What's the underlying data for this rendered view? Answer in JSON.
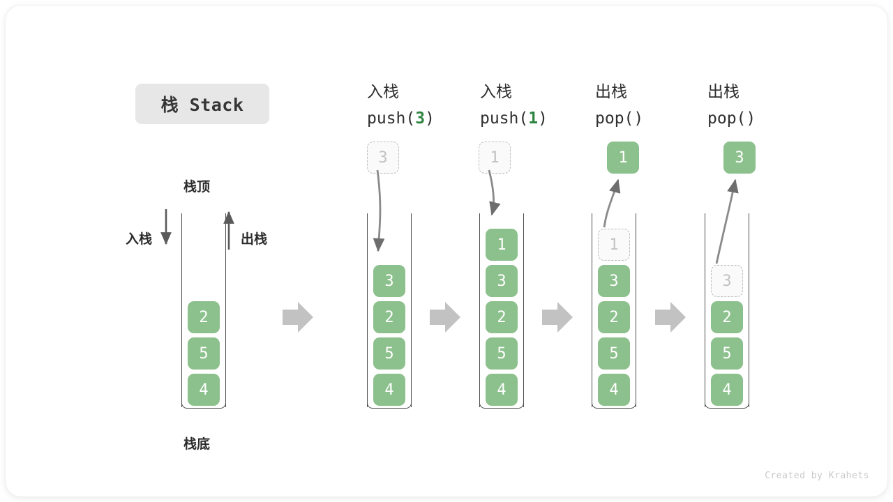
{
  "title": {
    "badge": "栈 Stack"
  },
  "credit": "Created by Krahets",
  "colors": {
    "cell_fill": "#8cc08c",
    "ghost_border": "#bdbdbd",
    "accent_number": "#2e8540",
    "badge_bg": "#e7e7e7",
    "arrow_gray": "#c2c2c2",
    "stroke": "#4d4d4d"
  },
  "first_stack": {
    "top_label": "栈顶",
    "bottom_label": "栈底",
    "push_label": "入栈",
    "pop_label": "出栈",
    "cells": [
      "2",
      "5",
      "4"
    ]
  },
  "steps": [
    {
      "head_cn": "入栈",
      "op_prefix": "push(",
      "op_value": "3",
      "op_suffix": ")",
      "float_cell": {
        "value": "3",
        "ghost": true
      },
      "arrow": "down",
      "cells": [
        "3",
        "2",
        "5",
        "4"
      ],
      "ghost_index": -1
    },
    {
      "head_cn": "入栈",
      "op_prefix": "push(",
      "op_value": "1",
      "op_suffix": ")",
      "float_cell": {
        "value": "1",
        "ghost": true
      },
      "arrow": "down",
      "cells": [
        "1",
        "3",
        "2",
        "5",
        "4"
      ],
      "ghost_index": -1
    },
    {
      "head_cn": "出栈",
      "op_prefix": "pop(",
      "op_value": "",
      "op_suffix": ")",
      "float_cell": {
        "value": "1",
        "ghost": false
      },
      "arrow": "up",
      "cells": [
        "1",
        "3",
        "2",
        "5",
        "4"
      ],
      "ghost_index": 0
    },
    {
      "head_cn": "出栈",
      "op_prefix": "pop(",
      "op_value": "",
      "op_suffix": ")",
      "float_cell": {
        "value": "3",
        "ghost": false
      },
      "arrow": "up",
      "cells": [
        "3",
        "2",
        "5",
        "4"
      ],
      "ghost_index": 0
    }
  ],
  "separators": [
    "arrow-right-icon",
    "arrow-right-icon",
    "arrow-right-icon",
    "arrow-right-icon"
  ]
}
